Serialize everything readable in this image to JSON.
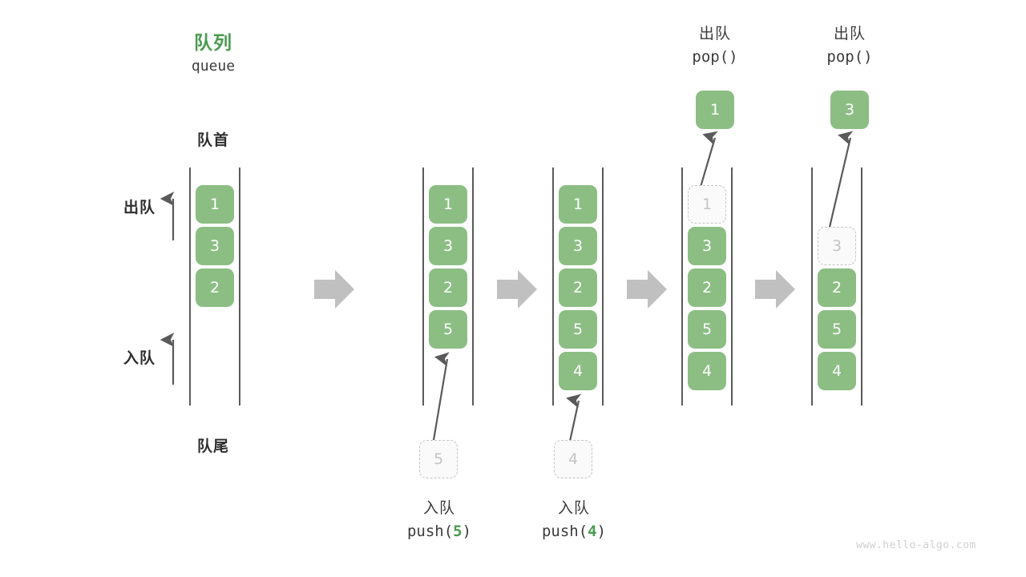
{
  "diagram": {
    "title_cn": "队列",
    "title_en": "queue",
    "head_label": "队首",
    "tail_label": "队尾",
    "dequeue_label": "出队",
    "enqueue_label": "入队",
    "watermark": "www.hello-algo.com",
    "accent_color": "#4a9a4f",
    "cell_color": "#8cbe84",
    "ghost_color": "#c4c4c4",
    "arrow_color": "#c0c0c0",
    "rail_color": "#5a5a5a"
  },
  "stages": [
    {
      "id": "stage-initial",
      "cells": [
        {
          "value": "1",
          "state": "filled"
        },
        {
          "value": "3",
          "state": "filled"
        },
        {
          "value": "2",
          "state": "filled"
        }
      ],
      "incoming": null,
      "popped": null,
      "op_cn": null,
      "op_code_prefix": null,
      "op_code_num": null,
      "op_code_suffix": null
    },
    {
      "id": "stage-push-5",
      "cells": [
        {
          "value": "1",
          "state": "filled"
        },
        {
          "value": "3",
          "state": "filled"
        },
        {
          "value": "2",
          "state": "filled"
        },
        {
          "value": "5",
          "state": "filled"
        }
      ],
      "incoming": "5",
      "popped": null,
      "op_cn": "入队",
      "op_code_prefix": "push(",
      "op_code_num": "5",
      "op_code_suffix": ")"
    },
    {
      "id": "stage-push-4",
      "cells": [
        {
          "value": "1",
          "state": "filled"
        },
        {
          "value": "3",
          "state": "filled"
        },
        {
          "value": "2",
          "state": "filled"
        },
        {
          "value": "5",
          "state": "filled"
        },
        {
          "value": "4",
          "state": "filled"
        }
      ],
      "incoming": "4",
      "popped": null,
      "op_cn": "入队",
      "op_code_prefix": "push(",
      "op_code_num": "4",
      "op_code_suffix": ")"
    },
    {
      "id": "stage-pop-1",
      "cells": [
        {
          "value": "1",
          "state": "ghost"
        },
        {
          "value": "3",
          "state": "filled"
        },
        {
          "value": "2",
          "state": "filled"
        },
        {
          "value": "5",
          "state": "filled"
        },
        {
          "value": "4",
          "state": "filled"
        }
      ],
      "incoming": null,
      "popped": "1",
      "op_cn": "出队",
      "op_code_prefix": "pop(",
      "op_code_num": "",
      "op_code_suffix": ")"
    },
    {
      "id": "stage-pop-3",
      "cells": [
        {
          "value": "",
          "state": "empty"
        },
        {
          "value": "3",
          "state": "ghost"
        },
        {
          "value": "2",
          "state": "filled"
        },
        {
          "value": "5",
          "state": "filled"
        },
        {
          "value": "4",
          "state": "filled"
        }
      ],
      "incoming": null,
      "popped": "3",
      "op_cn": "出队",
      "op_code_prefix": "pop(",
      "op_code_num": "",
      "op_code_suffix": ")"
    }
  ]
}
